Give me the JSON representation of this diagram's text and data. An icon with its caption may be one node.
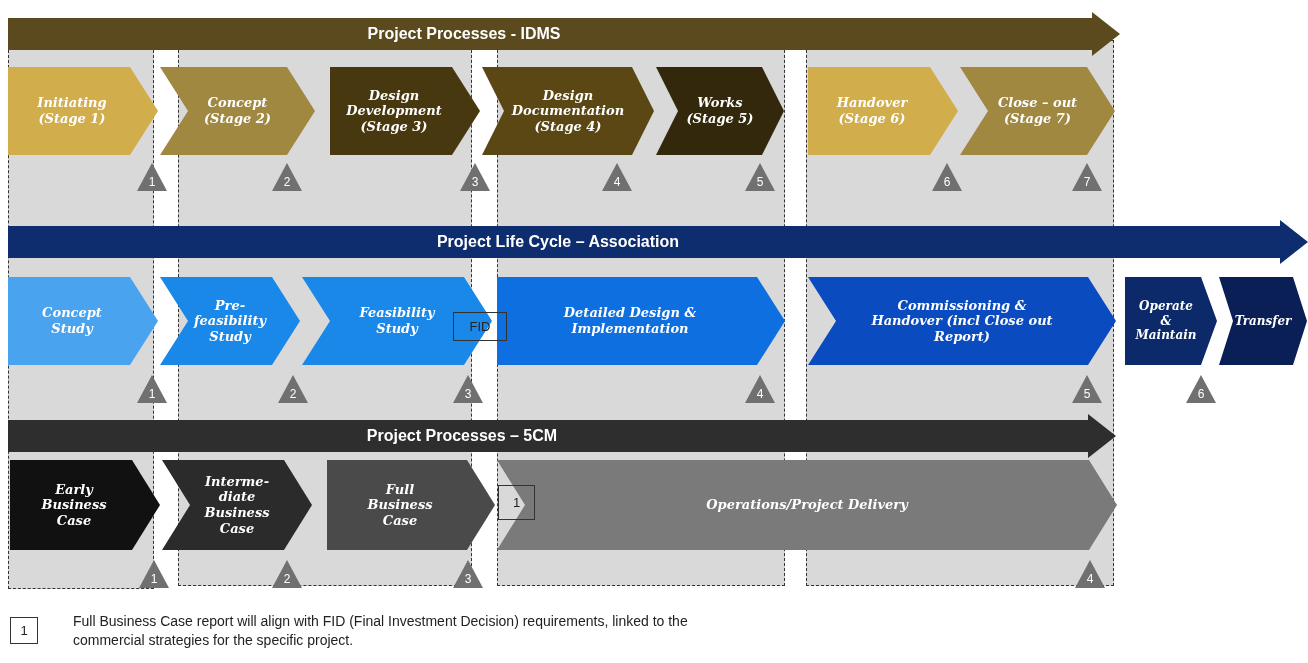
{
  "diagram": {
    "nodes": [
      {
        "text": [
          "Project Processes - IDMS"
        ]
      },
      {
        "text": [
          "Initiating (Stage 1)"
        ]
      },
      {
        "text": [
          "Concept (Stage 2)"
        ]
      },
      {
        "text": [
          "Design Development (Stage 3)"
        ]
      },
      {
        "text": [
          "Design Documentation (Stage 4)"
        ]
      },
      {
        "text": [
          "Works (Stage 5)"
        ]
      },
      {
        "text": [
          "Handover (Stage 6)"
        ]
      },
      {
        "text": [
          "Close – out (Stage 7)"
        ]
      },
      {
        "text": [
          "1"
        ]
      },
      {
        "text": [
          "2"
        ]
      },
      {
        "text": [
          "3"
        ]
      },
      {
        "text": [
          "4"
        ]
      },
      {
        "text": [
          "5"
        ]
      },
      {
        "text": [
          "6"
        ]
      },
      {
        "text": [
          "7"
        ]
      },
      {
        "text": [
          "Project Life Cycle – Association"
        ]
      },
      {
        "text": [
          "Concept Study"
        ]
      },
      {
        "text": [
          "Pre-feasibility Study"
        ]
      },
      {
        "text": [
          "Feasibility Study"
        ]
      },
      {
        "text": [
          "FID"
        ]
      },
      {
        "text": [
          "Detailed Design & Implementation"
        ]
      },
      {
        "text": [
          "Commissioning & Handover (incl Close out Report)"
        ]
      },
      {
        "text": [
          "Operate & Maintain"
        ]
      },
      {
        "text": [
          "Transfer"
        ]
      },
      {
        "text": [
          "1"
        ]
      },
      {
        "text": [
          "2"
        ]
      },
      {
        "text": [
          "3"
        ]
      },
      {
        "text": [
          "4"
        ]
      },
      {
        "text": [
          "5"
        ]
      },
      {
        "text": [
          "6"
        ]
      },
      {
        "text": [
          "Project Processes – 5CM"
        ]
      },
      {
        "text": [
          "Early Business Case"
        ]
      },
      {
        "text": [
          "Interme-diate Business Case"
        ]
      },
      {
        "text": [
          "Full Business Case"
        ]
      },
      {
        "text": [
          "1"
        ],
        "in": 35
      },
      {
        "text": [
          "Operations/Project Delivery"
        ]
      },
      {
        "text": [
          "1"
        ]
      },
      {
        "text": [
          "2"
        ]
      },
      {
        "text": [
          "3"
        ]
      },
      {
        "text": [
          "4"
        ]
      },
      {
        "text": [
          "1"
        ],
        "beside": [
          "Full Business Case report will align with FID (Final Investment Decision) requirements, linked to the commercial strategies for the specific project."
        ]
      }
    ]
  }
}
